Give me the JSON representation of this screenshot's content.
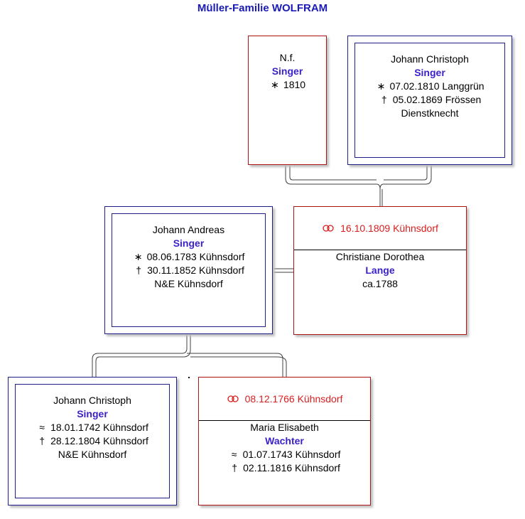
{
  "title": "Müller-Familie WOLFRAM",
  "colors": {
    "title": "#1a1ab4",
    "male_border": "#1f1f8c",
    "female_border": "#b01515",
    "surname": "#3a22c8",
    "marriage_text": "#d81e1e",
    "connector": "#404040"
  },
  "persons": {
    "nf_singer": {
      "given": "N.f.",
      "surname": "Singer",
      "birth_symbol": "∗",
      "birth": "1810"
    },
    "johann_christoph_1810": {
      "given": "Johann Christoph",
      "surname": "Singer",
      "birth_symbol": "∗",
      "birth": "07.02.1810 Langgrün",
      "death_symbol": "†",
      "death": "05.02.1869 Frössen",
      "occupation": "Dienstknecht"
    },
    "johann_andreas": {
      "given": "Johann Andreas",
      "surname": "Singer",
      "birth_symbol": "∗",
      "birth": "08.06.1783 Kühnsdorf",
      "death_symbol": "†",
      "death": "30.11.1852 Kühnsdorf",
      "occupation": "N&E Kühnsdorf"
    },
    "christiane_dorothea": {
      "marriage_icon": "wedding-rings-icon",
      "marriage": "16.10.1809 Kühnsdorf",
      "given": "Christiane Dorothea",
      "surname": "Lange",
      "birth": "ca.1788"
    },
    "johann_christoph_1742": {
      "given": "Johann Christoph",
      "surname": "Singer",
      "birth_symbol": "≈",
      "birth": "18.01.1742 Kühnsdorf",
      "death_symbol": "†",
      "death": "28.12.1804 Kühnsdorf",
      "occupation": "N&E Kühnsdorf"
    },
    "maria_elisabeth": {
      "marriage_icon": "wedding-rings-icon",
      "marriage": "08.12.1766 Kühnsdorf",
      "given": "Maria Elisabeth",
      "surname": "Wachter",
      "birth_symbol": "≈",
      "birth": "01.07.1743 Kühnsdorf",
      "death_symbol": "†",
      "death": "02.11.1816 Kühnsdorf"
    }
  }
}
